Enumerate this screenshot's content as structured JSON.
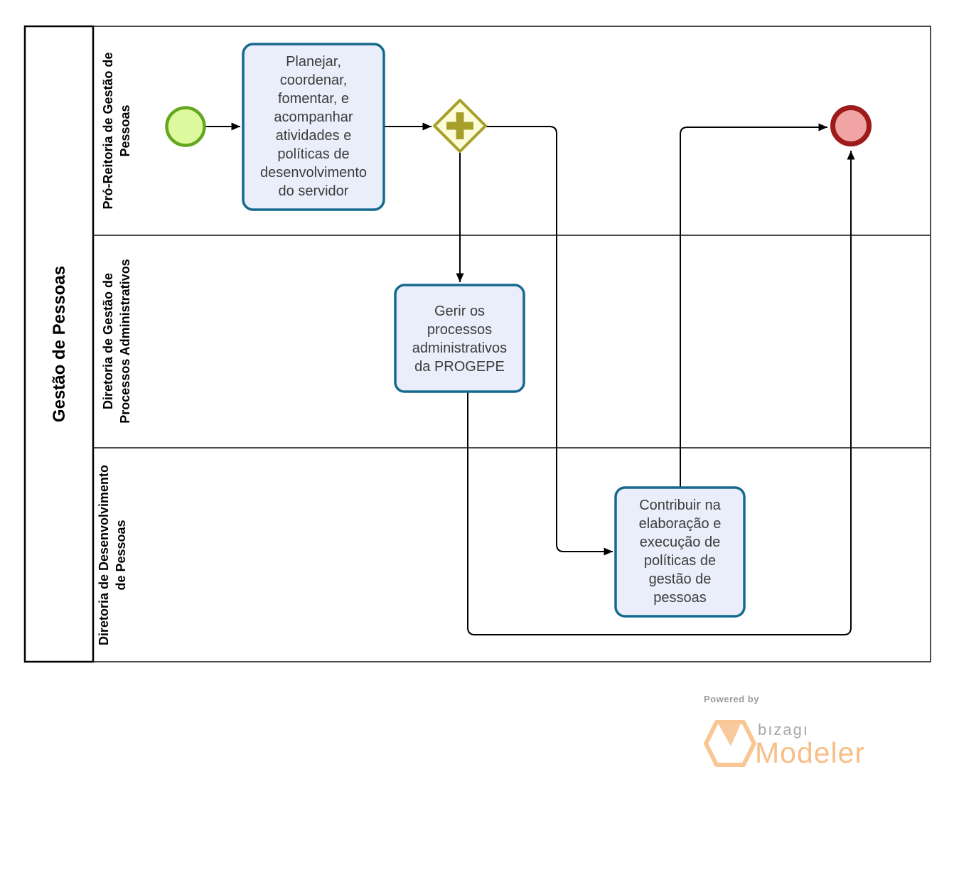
{
  "diagram": {
    "pool": {
      "label": "Gestão de Pessoas",
      "lanes": [
        {
          "name": "Pró-Reitoria de Gestão de Pessoas",
          "label_lines": [
            "Pró-Reitoria de Gestão de",
            "Pessoas"
          ]
        },
        {
          "name": "Diretoria de Gestão de Processos Administrativos",
          "label_lines": [
            "Diretoria de Gestão de",
            "Processos Administrativos"
          ]
        },
        {
          "name": "Diretoria de Desenvolvimento de Pessoas",
          "label_lines": [
            "Diretoria de Desenvolvimento",
            "de Pessoas"
          ]
        }
      ]
    },
    "nodes": {
      "start_event": {
        "type": "start-event"
      },
      "task_planejar": {
        "lines": [
          "Planejar,",
          "coordenar,",
          "fomentar, e",
          "acompanhar",
          "atividades e",
          "políticas de",
          "desenvolvimento",
          "do servidor"
        ]
      },
      "gateway": {
        "type": "parallel-gateway",
        "icon": "plus-icon"
      },
      "task_gerir": {
        "lines": [
          "Gerir os",
          "processos",
          "administrativos",
          "da PROGEPE"
        ]
      },
      "task_contribuir": {
        "lines": [
          "Contribuir na",
          "elaboração e",
          "execução de",
          "políticas de",
          "gestão de",
          "pessoas"
        ]
      },
      "end_event": {
        "type": "end-event"
      }
    }
  },
  "branding": {
    "powered_by": "Powered by",
    "product": "bızagı",
    "wordmark": "Modeler"
  },
  "colors": {
    "task_fill": "#e9eefa",
    "task_stroke": "#16698e",
    "gateway_fill": "#fdfcd8",
    "gateway_stroke": "#a6a02b",
    "start_fill": "#dcf99e",
    "start_stroke": "#63a71e",
    "end_fill": "#f0a4a4",
    "end_stroke": "#9d1b1b",
    "lane_border": "#4b4b4b",
    "flow": "#000000",
    "logo_orange": "#f8be88",
    "logo_gray": "#a8a8a8"
  }
}
